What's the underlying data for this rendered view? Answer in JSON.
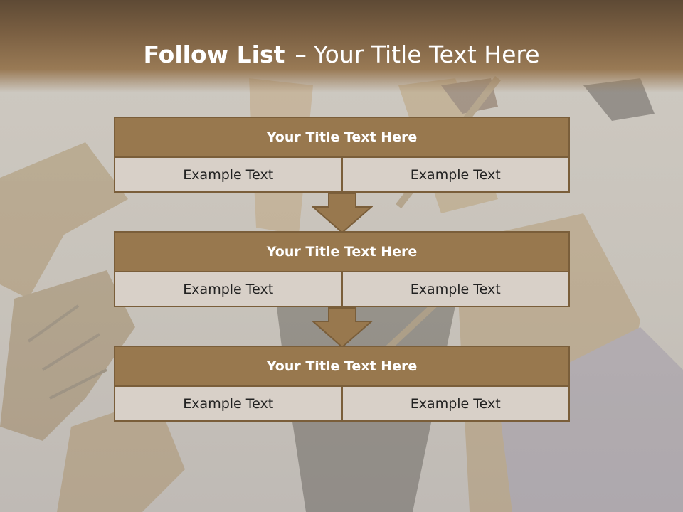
{
  "slide": {
    "title_bold": "Follow List",
    "title_sep": "–",
    "title_rest": "Your Title Text Here"
  },
  "blocks": [
    {
      "title": "Your Title Text Here",
      "left_text": "Example Text",
      "right_text": "Example Text"
    },
    {
      "title": "Your Title Text Here",
      "left_text": "Example Text",
      "right_text": "Example Text"
    },
    {
      "title": "Your Title Text Here",
      "left_text": "Example Text",
      "right_text": "Example Text"
    }
  ],
  "colors": {
    "header": "#7a5f42",
    "block_title": "#98784e",
    "block_border": "#7a5e3a",
    "cell_bg": "#d8d0c8",
    "arrow": "#98784e"
  }
}
